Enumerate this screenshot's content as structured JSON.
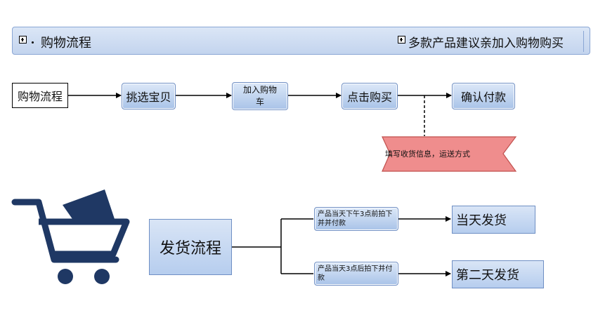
{
  "header": {
    "title": "购物流程",
    "subtitle": "多款产品建议亲加入购物购买"
  },
  "flow": {
    "start": "购物流程",
    "step1": "挑选宝贝",
    "step2": "加入购物车",
    "step3": "点击购买",
    "step4": "确认付款",
    "note": "填写收货信息，运送方式"
  },
  "shipping": {
    "title": "发货流程",
    "cond_before": "产品当天下午3点前拍下并并付款",
    "cond_after": "产品当天3点后拍下并付款",
    "result_today": "当天发货",
    "result_next": "第二天发货"
  },
  "colors": {
    "node_fill": "#b6cdee",
    "node_border": "#6f8fc4",
    "note_fill": "#f08c8c",
    "cart": "#1f3864"
  },
  "icons": [
    "expand-icon",
    "shopping-cart-icon"
  ]
}
